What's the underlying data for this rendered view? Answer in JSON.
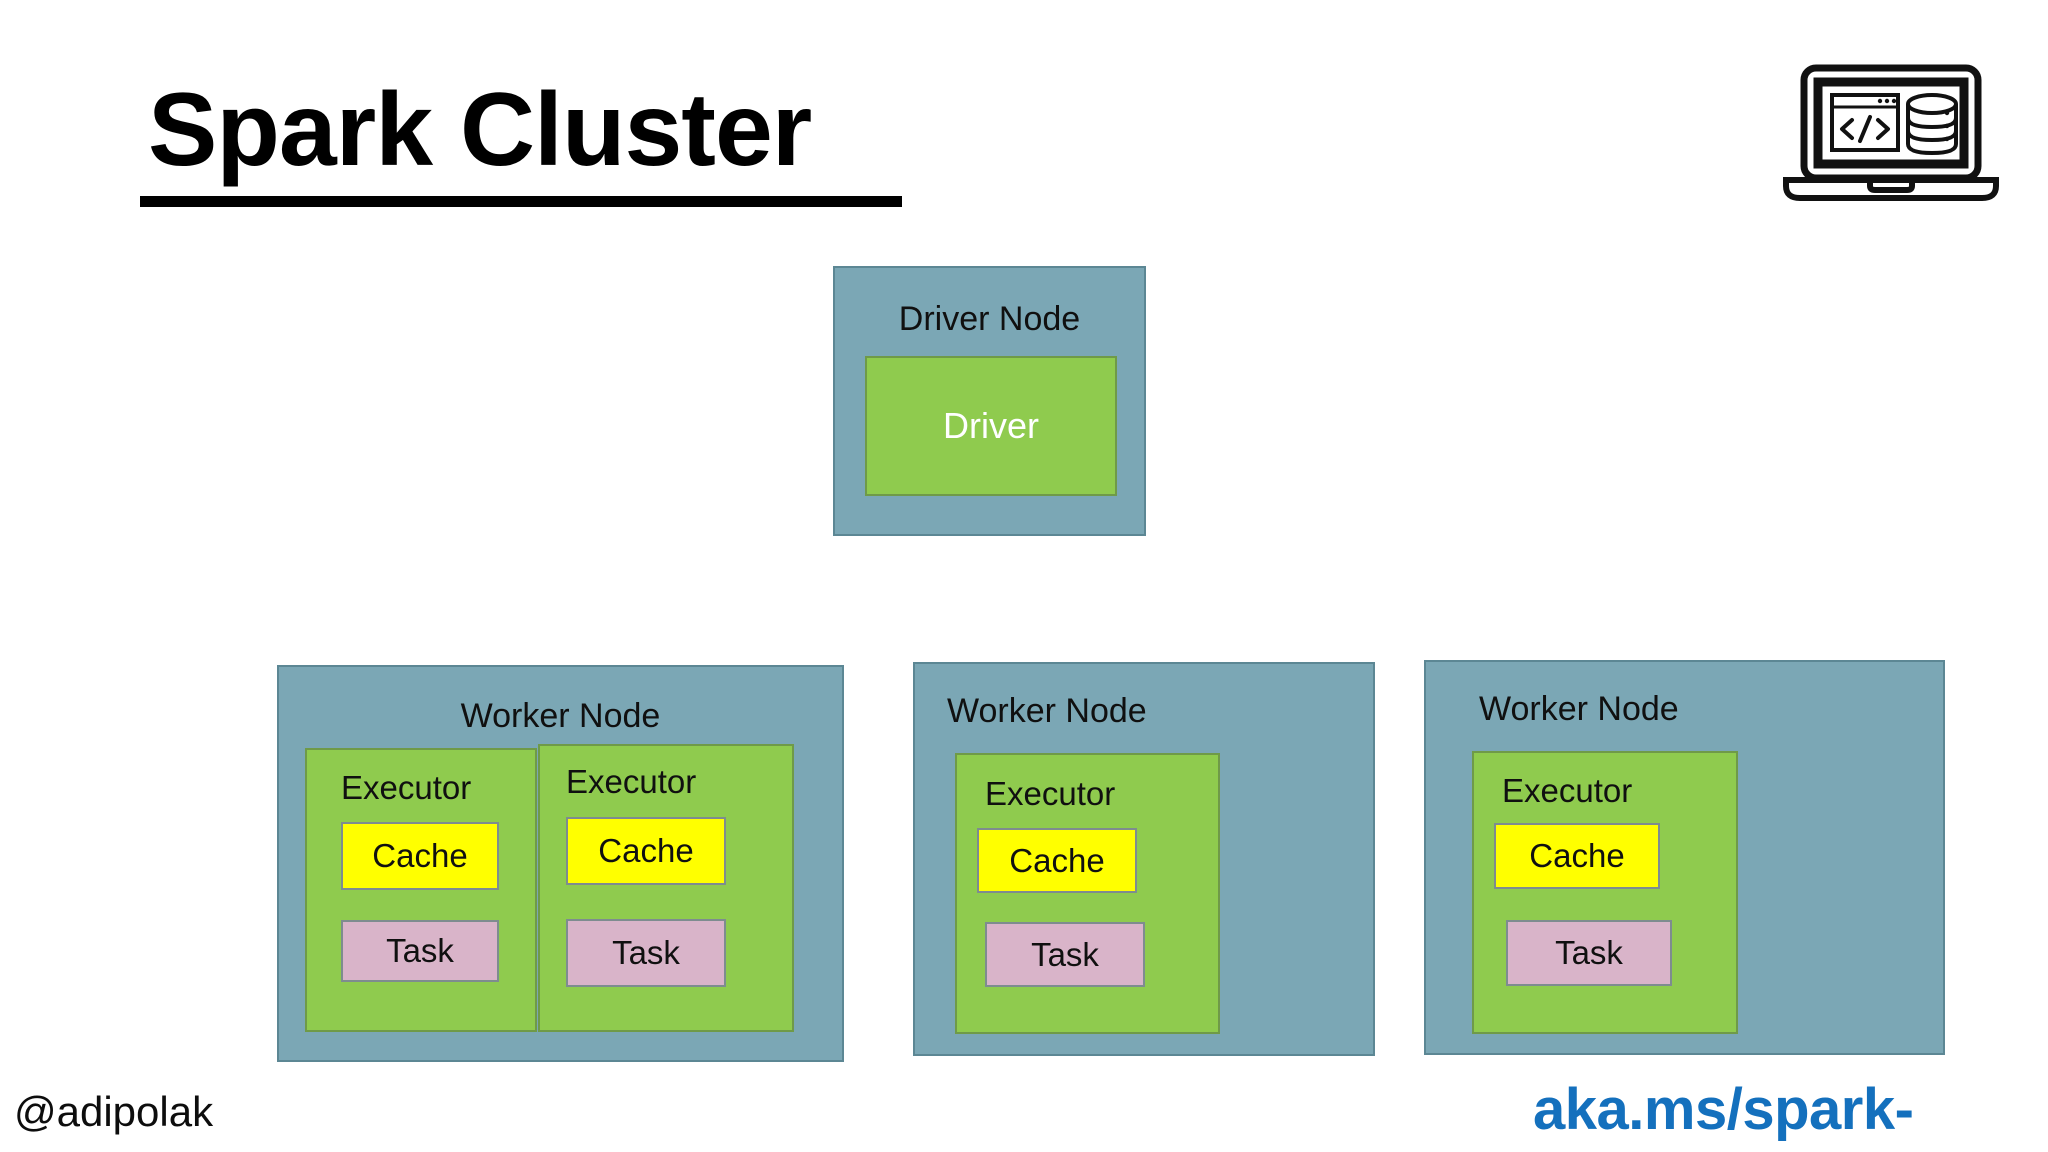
{
  "slide": {
    "title": "Spark Cluster",
    "handle": "@adipolak",
    "promo_link": "aka.ms/spark-",
    "logo_icon": "laptop-code-database-icon"
  },
  "colors": {
    "node_fill": "#7BA7B5",
    "node_border": "#5C8794",
    "executor_fill": "#8FCB4E",
    "executor_border": "#6F9A48",
    "cache_fill": "#FFFF00",
    "task_fill": "#D9B4C9",
    "box_border": "#7E8C8F",
    "driver_text": "#FFFFFF",
    "link_blue": "#1470BD",
    "text": "#101010"
  },
  "driver_node": {
    "title": "Driver Node",
    "driver_label": "Driver"
  },
  "worker_nodes": [
    {
      "title": "Worker Node",
      "executors": [
        {
          "label": "Executor",
          "cache": "Cache",
          "task": "Task"
        },
        {
          "label": "Executor",
          "cache": "Cache",
          "task": "Task"
        }
      ]
    },
    {
      "title": "Worker Node",
      "executors": [
        {
          "label": "Executor",
          "cache": "Cache",
          "task": "Task"
        }
      ]
    },
    {
      "title": "Worker Node",
      "executors": [
        {
          "label": "Executor",
          "cache": "Cache",
          "task": "Task"
        }
      ]
    }
  ]
}
